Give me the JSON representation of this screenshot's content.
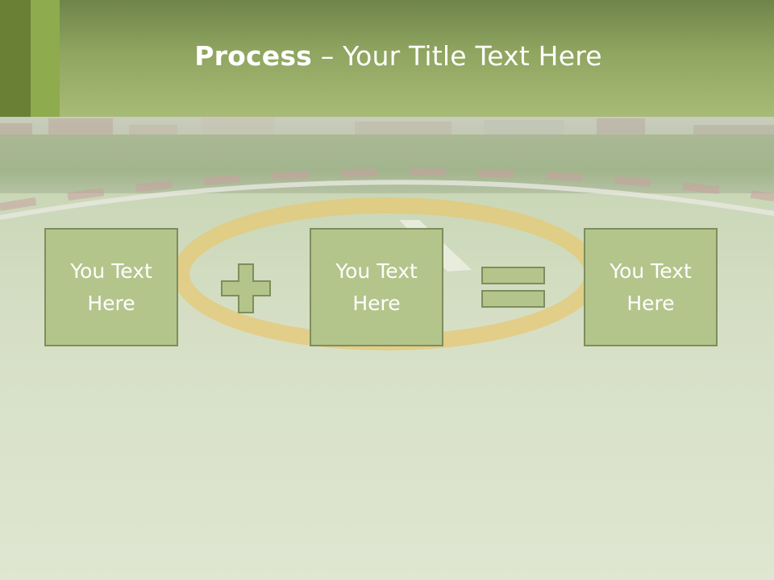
{
  "slide": {
    "title_bold": "Process",
    "title_rest": " – Your Title Text Here",
    "boxes": [
      {
        "text": "You Text\nHere"
      },
      {
        "text": "You Text\nHere"
      },
      {
        "text": "You Text\nHere"
      }
    ]
  },
  "icons": {
    "operator_1": "plus-icon",
    "operator_2": "equals-icon"
  },
  "colors": {
    "header_green": "#8fa560",
    "box_fill": "#b3c58b",
    "box_border": "#7d8e5d"
  }
}
